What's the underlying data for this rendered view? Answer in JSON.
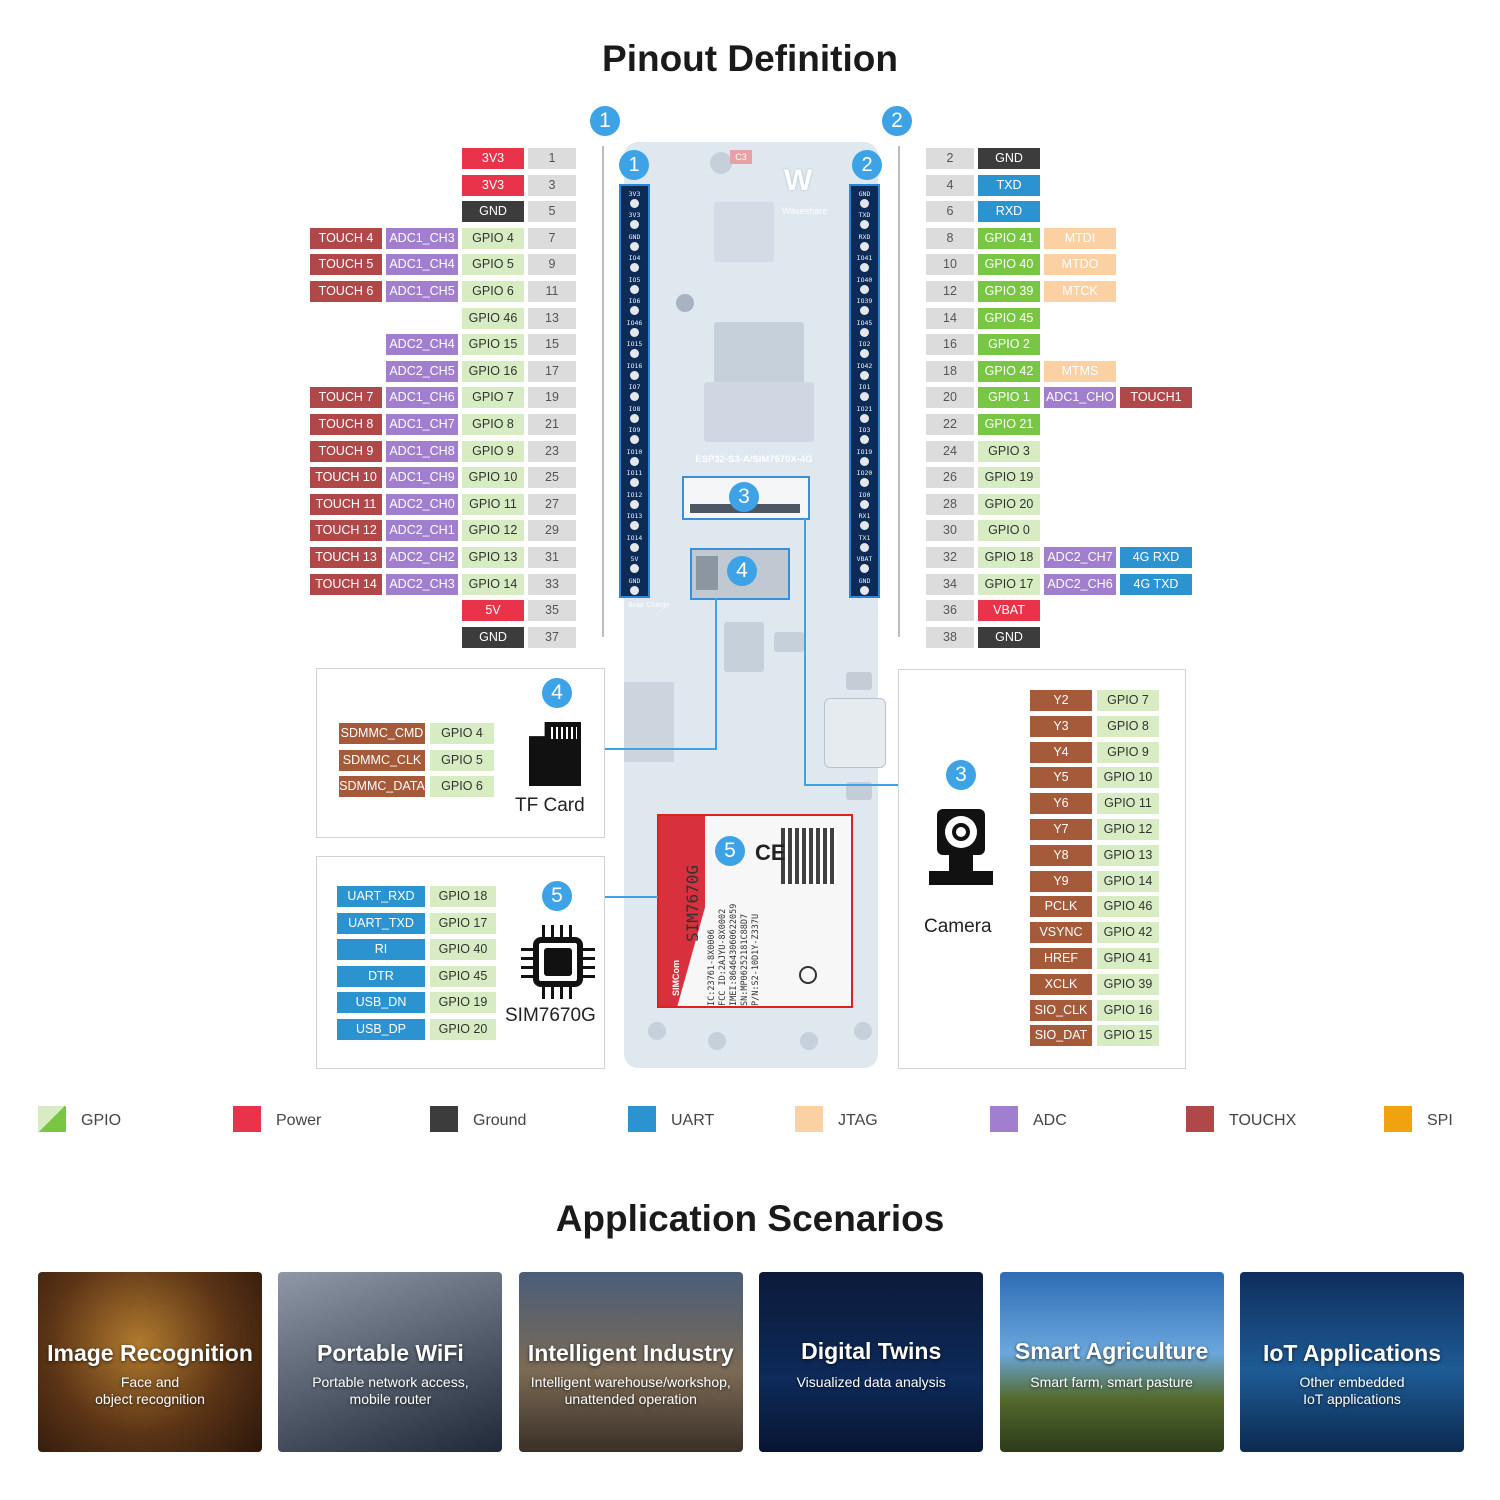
{
  "title": "Pinout Definition",
  "colors": {
    "gpio": "#79c644",
    "power": "#e8334a",
    "ground": "#3c3c3c",
    "uart": "#2b93d0",
    "jtag": "#fbd0a3",
    "adc": "#a27ece",
    "touch": "#b0484a",
    "spi": "#f0a30e",
    "gpio_light": "#d7ecc2",
    "sd": "#a55a3a",
    "number": "#dcdcdc"
  },
  "header1": {
    "marker": "1",
    "rows": [
      {
        "num": "1",
        "labels": [
          {
            "t": "3V3",
            "c": "power"
          }
        ]
      },
      {
        "num": "3",
        "labels": [
          {
            "t": "3V3",
            "c": "power"
          }
        ]
      },
      {
        "num": "5",
        "labels": [
          {
            "t": "GND",
            "c": "ground"
          }
        ]
      },
      {
        "num": "7",
        "labels": [
          {
            "t": "GPIO 4",
            "c": "gpio_light"
          },
          {
            "t": "ADC1_CH3",
            "c": "adc"
          },
          {
            "t": "TOUCH 4",
            "c": "touch"
          }
        ]
      },
      {
        "num": "9",
        "labels": [
          {
            "t": "GPIO 5",
            "c": "gpio_light"
          },
          {
            "t": "ADC1_CH4",
            "c": "adc"
          },
          {
            "t": "TOUCH 5",
            "c": "touch"
          }
        ]
      },
      {
        "num": "11",
        "labels": [
          {
            "t": "GPIO 6",
            "c": "gpio_light"
          },
          {
            "t": "ADC1_CH5",
            "c": "adc"
          },
          {
            "t": "TOUCH 6",
            "c": "touch"
          }
        ]
      },
      {
        "num": "13",
        "labels": [
          {
            "t": "GPIO 46",
            "c": "gpio_light"
          }
        ]
      },
      {
        "num": "15",
        "labels": [
          {
            "t": "GPIO 15",
            "c": "gpio_light"
          },
          {
            "t": "ADC2_CH4",
            "c": "adc"
          }
        ]
      },
      {
        "num": "17",
        "labels": [
          {
            "t": "GPIO 16",
            "c": "gpio_light"
          },
          {
            "t": "ADC2_CH5",
            "c": "adc"
          }
        ]
      },
      {
        "num": "19",
        "labels": [
          {
            "t": "GPIO 7",
            "c": "gpio_light"
          },
          {
            "t": "ADC1_CH6",
            "c": "adc"
          },
          {
            "t": "TOUCH 7",
            "c": "touch"
          }
        ]
      },
      {
        "num": "21",
        "labels": [
          {
            "t": "GPIO 8",
            "c": "gpio_light"
          },
          {
            "t": "ADC1_CH7",
            "c": "adc"
          },
          {
            "t": "TOUCH 8",
            "c": "touch"
          }
        ]
      },
      {
        "num": "23",
        "labels": [
          {
            "t": "GPIO 9",
            "c": "gpio_light"
          },
          {
            "t": "ADC1_CH8",
            "c": "adc"
          },
          {
            "t": "TOUCH 9",
            "c": "touch"
          }
        ]
      },
      {
        "num": "25",
        "labels": [
          {
            "t": "GPIO 10",
            "c": "gpio_light"
          },
          {
            "t": "ADC1_CH9",
            "c": "adc"
          },
          {
            "t": "TOUCH 10",
            "c": "touch"
          }
        ]
      },
      {
        "num": "27",
        "labels": [
          {
            "t": "GPIO 11",
            "c": "gpio_light"
          },
          {
            "t": "ADC2_CH0",
            "c": "adc"
          },
          {
            "t": "TOUCH 11",
            "c": "touch"
          }
        ]
      },
      {
        "num": "29",
        "labels": [
          {
            "t": "GPIO 12",
            "c": "gpio_light"
          },
          {
            "t": "ADC2_CH1",
            "c": "adc"
          },
          {
            "t": "TOUCH 12",
            "c": "touch"
          }
        ]
      },
      {
        "num": "31",
        "labels": [
          {
            "t": "GPIO 13",
            "c": "gpio_light"
          },
          {
            "t": "ADC2_CH2",
            "c": "adc"
          },
          {
            "t": "TOUCH 13",
            "c": "touch"
          }
        ]
      },
      {
        "num": "33",
        "labels": [
          {
            "t": "GPIO 14",
            "c": "gpio_light"
          },
          {
            "t": "ADC2_CH3",
            "c": "adc"
          },
          {
            "t": "TOUCH 14",
            "c": "touch"
          }
        ]
      },
      {
        "num": "35",
        "labels": [
          {
            "t": "5V",
            "c": "power"
          }
        ]
      },
      {
        "num": "37",
        "labels": [
          {
            "t": "GND",
            "c": "ground"
          }
        ]
      }
    ]
  },
  "header2": {
    "marker": "2",
    "rows": [
      {
        "num": "2",
        "labels": [
          {
            "t": "GND",
            "c": "ground"
          }
        ]
      },
      {
        "num": "4",
        "labels": [
          {
            "t": "TXD",
            "c": "uart"
          }
        ]
      },
      {
        "num": "6",
        "labels": [
          {
            "t": "RXD",
            "c": "uart"
          }
        ]
      },
      {
        "num": "8",
        "labels": [
          {
            "t": "GPIO 41",
            "c": "gpio"
          },
          {
            "t": "MTDI",
            "c": "jtag"
          }
        ]
      },
      {
        "num": "10",
        "labels": [
          {
            "t": "GPIO 40",
            "c": "gpio"
          },
          {
            "t": "MTDO",
            "c": "jtag"
          }
        ]
      },
      {
        "num": "12",
        "labels": [
          {
            "t": "GPIO 39",
            "c": "gpio"
          },
          {
            "t": "MTCK",
            "c": "jtag"
          }
        ]
      },
      {
        "num": "14",
        "labels": [
          {
            "t": "GPIO 45",
            "c": "gpio"
          }
        ]
      },
      {
        "num": "16",
        "labels": [
          {
            "t": "GPIO 2",
            "c": "gpio"
          }
        ]
      },
      {
        "num": "18",
        "labels": [
          {
            "t": "GPIO 42",
            "c": "gpio"
          },
          {
            "t": "MTMS",
            "c": "jtag"
          }
        ]
      },
      {
        "num": "20",
        "labels": [
          {
            "t": "GPIO 1",
            "c": "gpio"
          },
          {
            "t": "ADC1_CHO",
            "c": "adc"
          },
          {
            "t": "TOUCH1",
            "c": "touch"
          }
        ]
      },
      {
        "num": "22",
        "labels": [
          {
            "t": "GPIO 21",
            "c": "gpio"
          }
        ]
      },
      {
        "num": "24",
        "labels": [
          {
            "t": "GPIO 3",
            "c": "gpio_light"
          }
        ]
      },
      {
        "num": "26",
        "labels": [
          {
            "t": "GPIO 19",
            "c": "gpio_light"
          }
        ]
      },
      {
        "num": "28",
        "labels": [
          {
            "t": "GPIO 20",
            "c": "gpio_light"
          }
        ]
      },
      {
        "num": "30",
        "labels": [
          {
            "t": "GPIO 0",
            "c": "gpio_light"
          }
        ]
      },
      {
        "num": "32",
        "labels": [
          {
            "t": "GPIO 18",
            "c": "gpio_light"
          },
          {
            "t": "ADC2_CH7",
            "c": "adc"
          },
          {
            "t": "4G RXD",
            "c": "uart"
          }
        ]
      },
      {
        "num": "34",
        "labels": [
          {
            "t": "GPIO 17",
            "c": "gpio_light"
          },
          {
            "t": "ADC2_CH6",
            "c": "adc"
          },
          {
            "t": "4G TXD",
            "c": "uart"
          }
        ]
      },
      {
        "num": "36",
        "labels": [
          {
            "t": "VBAT",
            "c": "power"
          }
        ]
      },
      {
        "num": "38",
        "labels": [
          {
            "t": "GND",
            "c": "ground"
          }
        ]
      }
    ]
  },
  "board": {
    "left_silk": [
      "3V3",
      "3V3",
      "GND",
      "IO4",
      "IO5",
      "IO6",
      "IO46",
      "IO15",
      "IO16",
      "IO7",
      "IO8",
      "IO9",
      "IO10",
      "IO11",
      "IO12",
      "IO13",
      "IO14",
      "5V",
      "GND"
    ],
    "right_silk": [
      "GND",
      "TXD",
      "RXD",
      "IO41",
      "IO40",
      "IO39",
      "IO45",
      "IO2",
      "IO42",
      "IO1",
      "IO21",
      "IO3",
      "IO19",
      "IO20",
      "IO0",
      "RX1",
      "TX1",
      "VBAT",
      "GND"
    ],
    "model": "ESP32-S3-A/SIM7670X-4G",
    "brand": "Waveshare",
    "c3": "C3",
    "solar": "Solar Charge",
    "module_name": "SIM7670G",
    "module_lines": [
      "P/N:S2-10D1Y-Z337U",
      "SN:MP06252181C88D7",
      "IMEI:864643060622059",
      "FCC ID:2AJYU-8X0002",
      "IC:23761-8X0006"
    ],
    "simcom": "SIMCom",
    "markers": {
      "m1": "1",
      "m2": "2",
      "m3": "3",
      "m4": "4",
      "m5": "5"
    }
  },
  "tf_card": {
    "marker": "4",
    "label": "TF Card",
    "rows": [
      {
        "a": "SDMMC_CMD",
        "b": "GPIO 4"
      },
      {
        "a": "SDMMC_CLK",
        "b": "GPIO 5"
      },
      {
        "a": "SDMMC_DATA",
        "b": "GPIO 6"
      }
    ]
  },
  "sim": {
    "marker": "5",
    "label": "SIM7670G",
    "rows": [
      {
        "a": "UART_RXD",
        "b": "GPIO 18"
      },
      {
        "a": "UART_TXD",
        "b": "GPIO 17"
      },
      {
        "a": "RI",
        "b": "GPIO 40"
      },
      {
        "a": "DTR",
        "b": "GPIO 45"
      },
      {
        "a": "USB_DN",
        "b": "GPIO 19"
      },
      {
        "a": "USB_DP",
        "b": "GPIO 20"
      }
    ]
  },
  "camera": {
    "marker": "3",
    "label": "Camera",
    "rows": [
      {
        "a": "Y2",
        "b": "GPIO 7"
      },
      {
        "a": "Y3",
        "b": "GPIO 8"
      },
      {
        "a": "Y4",
        "b": "GPIO 9"
      },
      {
        "a": "Y5",
        "b": "GPIO 10"
      },
      {
        "a": "Y6",
        "b": "GPIO 11"
      },
      {
        "a": "Y7",
        "b": "GPIO 12"
      },
      {
        "a": "Y8",
        "b": "GPIO 13"
      },
      {
        "a": "Y9",
        "b": "GPIO 14"
      },
      {
        "a": "PCLK",
        "b": "GPIO 46"
      },
      {
        "a": "VSYNC",
        "b": "GPIO 42"
      },
      {
        "a": "HREF",
        "b": "GPIO 41"
      },
      {
        "a": "XCLK",
        "b": "GPIO 39"
      },
      {
        "a": "SIO_CLK",
        "b": "GPIO 16"
      },
      {
        "a": "SIO_DAT",
        "b": "GPIO 15"
      }
    ]
  },
  "legend": [
    {
      "label": "GPIO",
      "c": "gpio"
    },
    {
      "label": "Power",
      "c": "power"
    },
    {
      "label": "Ground",
      "c": "ground"
    },
    {
      "label": "UART",
      "c": "uart"
    },
    {
      "label": "JTAG",
      "c": "jtag"
    },
    {
      "label": "ADC",
      "c": "adc"
    },
    {
      "label": "TOUCHX",
      "c": "touch"
    },
    {
      "label": "SPI",
      "c": "spi"
    }
  ],
  "applications": {
    "title": "Application Scenarios",
    "cards": [
      {
        "title": "Image Recognition",
        "subtitle": [
          "Face and",
          "object recognition"
        ]
      },
      {
        "title": "Portable WiFi",
        "subtitle": [
          "Portable network access,",
          "mobile router"
        ]
      },
      {
        "title": "Intelligent Industry",
        "subtitle": [
          "Intelligent warehouse/workshop,",
          "unattended operation"
        ]
      },
      {
        "title": "Digital Twins",
        "subtitle": [
          "Visualized data analysis"
        ]
      },
      {
        "title": "Smart Agriculture",
        "subtitle": [
          "Smart farm, smart pasture"
        ]
      },
      {
        "title": "IoT Applications",
        "subtitle": [
          "Other embedded",
          "IoT applications"
        ]
      }
    ]
  }
}
